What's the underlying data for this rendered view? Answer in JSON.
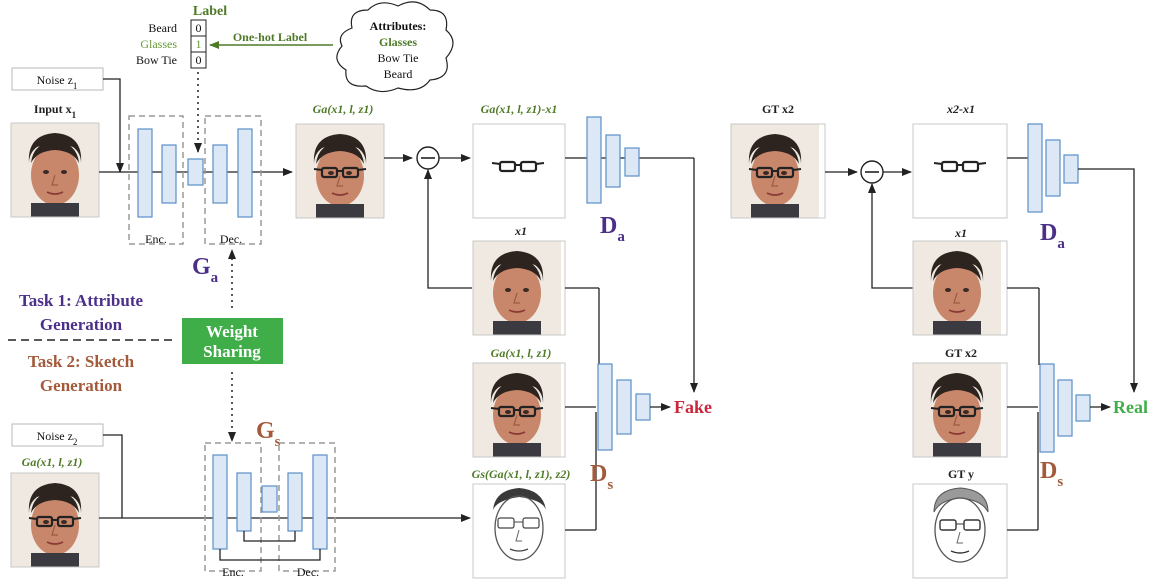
{
  "label_block": {
    "title": "Label",
    "rows": [
      {
        "name": "Beard",
        "value": "0"
      },
      {
        "name": "Glasses",
        "value": "1"
      },
      {
        "name": "Bow Tie",
        "value": "0"
      }
    ]
  },
  "one_hot_label": "One-hot Label",
  "attributes_cloud": {
    "title": "Attributes:",
    "items": [
      "Glasses",
      "Bow Tie",
      "Beard"
    ]
  },
  "top_branch": {
    "noise": "Noise z",
    "noise_sub": "1",
    "input_caption": "Input x",
    "input_sub": "1",
    "enc": "Enc.",
    "dec": "Dec.",
    "generator": "G",
    "generator_sub": "a",
    "output_caption": "Ga(x1, l, z1)",
    "diff_caption": "Ga(x1, l, z1)-x1",
    "disc": "D",
    "disc_sub": "a"
  },
  "middle": {
    "task1": [
      "Task 1: Attribute",
      "Generation"
    ],
    "task2": [
      "Task 2: Sketch",
      "Generation"
    ],
    "weight_sharing": [
      "Weight",
      "Sharing"
    ]
  },
  "bottom_branch": {
    "noise": "Noise z",
    "noise_sub": "2",
    "input_caption": "Ga(x1, l, z1)",
    "generator": "G",
    "generator_sub": "s",
    "enc": "Enc.",
    "dec": "Dec."
  },
  "fake_column": {
    "x1_caption": "x1",
    "ga_caption": "Ga(x1, l, z1)",
    "gs_caption": "Gs(Ga(x1, l, z1), z2)",
    "disc": "D",
    "disc_sub": "s",
    "result": "Fake"
  },
  "real_column": {
    "gt_x2_top": "GT x2",
    "diff_caption": "x2-x1",
    "disc_a": "D",
    "disc_a_sub": "a",
    "x1_caption": "x1",
    "gt_x2": "GT x2",
    "gt_y": "GT y",
    "disc_s": "D",
    "disc_s_sub": "s",
    "result": "Real"
  },
  "colors": {
    "generator_text": "#4b2f8a",
    "sketch_text": "#a45a3a",
    "green_text": "#4f7a28",
    "weight_box": "#3fae49",
    "fake": "#c8283c",
    "real": "#3fae49",
    "bar_fill": "#dce8f5",
    "bar_stroke": "#5b8fc9"
  },
  "icons": [
    "face-photo",
    "glasses-icon",
    "sketch-face",
    "subtract-icon",
    "cloud-shape"
  ]
}
